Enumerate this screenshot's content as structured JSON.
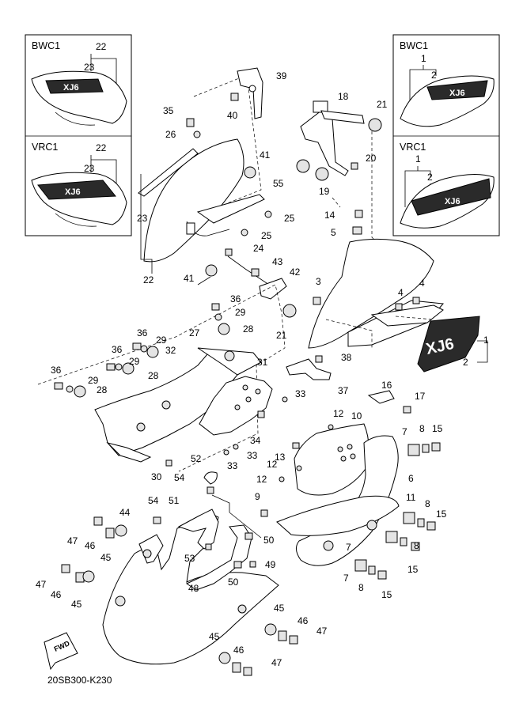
{
  "insets": {
    "left_top": {
      "title": "BWC1",
      "numbers": [
        "22",
        "23"
      ]
    },
    "left_bottom": {
      "title": "VRC1",
      "numbers": [
        "22",
        "23"
      ]
    },
    "right_top": {
      "title": "BWC1",
      "numbers": [
        "1",
        "2"
      ]
    },
    "right_bottom": {
      "title": "VRC1",
      "numbers": [
        "1",
        "2"
      ]
    }
  },
  "callouts": [
    "39",
    "18",
    "21",
    "35",
    "40",
    "26",
    "41",
    "55",
    "19",
    "20",
    "23",
    "25",
    "25",
    "14",
    "5",
    "22",
    "41",
    "24",
    "43",
    "42",
    "3",
    "4",
    "4",
    "36",
    "29",
    "28",
    "21",
    "1",
    "2",
    "36",
    "29",
    "32",
    "27",
    "36",
    "29",
    "28",
    "38",
    "31",
    "36",
    "29",
    "28",
    "37",
    "16",
    "17",
    "33",
    "12",
    "10",
    "7",
    "8",
    "15",
    "30",
    "34",
    "33",
    "13",
    "52",
    "33",
    "12",
    "12",
    "6",
    "54",
    "9",
    "11",
    "8",
    "15",
    "54",
    "51",
    "47",
    "46",
    "44",
    "45",
    "50",
    "7",
    "8",
    "15",
    "53",
    "49",
    "47",
    "48",
    "50",
    "46",
    "45",
    "7",
    "8",
    "15",
    "45",
    "46",
    "47",
    "45",
    "46",
    "47"
  ],
  "fwd_badge": "FWD",
  "footer_code": "20SB300-K230",
  "emblem_text": "XJ6"
}
